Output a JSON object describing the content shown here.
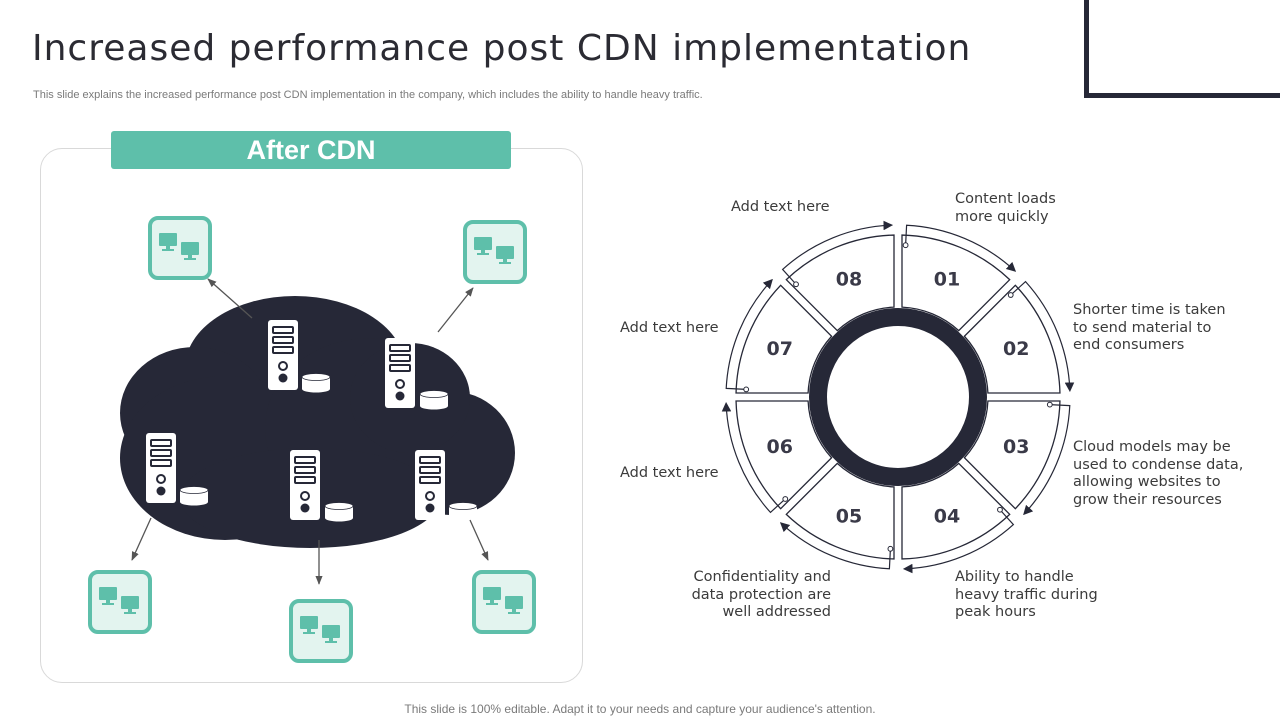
{
  "header": {
    "title": "Increased performance post CDN implementation",
    "subtitle": "This slide explains the increased performance post CDN implementation in the company, which includes the ability to handle heavy traffic."
  },
  "panel": {
    "heading": "After CDN",
    "icons": {
      "server": "server-icon",
      "storage": "database-disk-icon",
      "client": "computer-monitors-icon",
      "arrow": "arrow-icon"
    }
  },
  "wheel": {
    "segments": [
      {
        "num": "01",
        "text": "Content loads\nmore quickly"
      },
      {
        "num": "02",
        "text": "Shorter time is taken\nto send material to\nend consumers"
      },
      {
        "num": "03",
        "text": "Cloud models may be\nused to condense data,\nallowing websites to\ngrow their resources"
      },
      {
        "num": "04",
        "text": "Ability  to handle\nheavy traffic during\npeak hours"
      },
      {
        "num": "05",
        "text": "Confidentiality and\ndata protection are\nwell addressed"
      },
      {
        "num": "06",
        "text": "Add text here"
      },
      {
        "num": "07",
        "text": "Add text here"
      },
      {
        "num": "08",
        "text": "Add text here"
      }
    ]
  },
  "footer": {
    "note": "This slide is 100% editable. Adapt it to your needs and capture your audience's attention."
  },
  "colors": {
    "navy": "#262837",
    "teal": "#5ebfaa",
    "teal_light": "#e3f4ef",
    "gray_text": "#7a7a7a"
  }
}
